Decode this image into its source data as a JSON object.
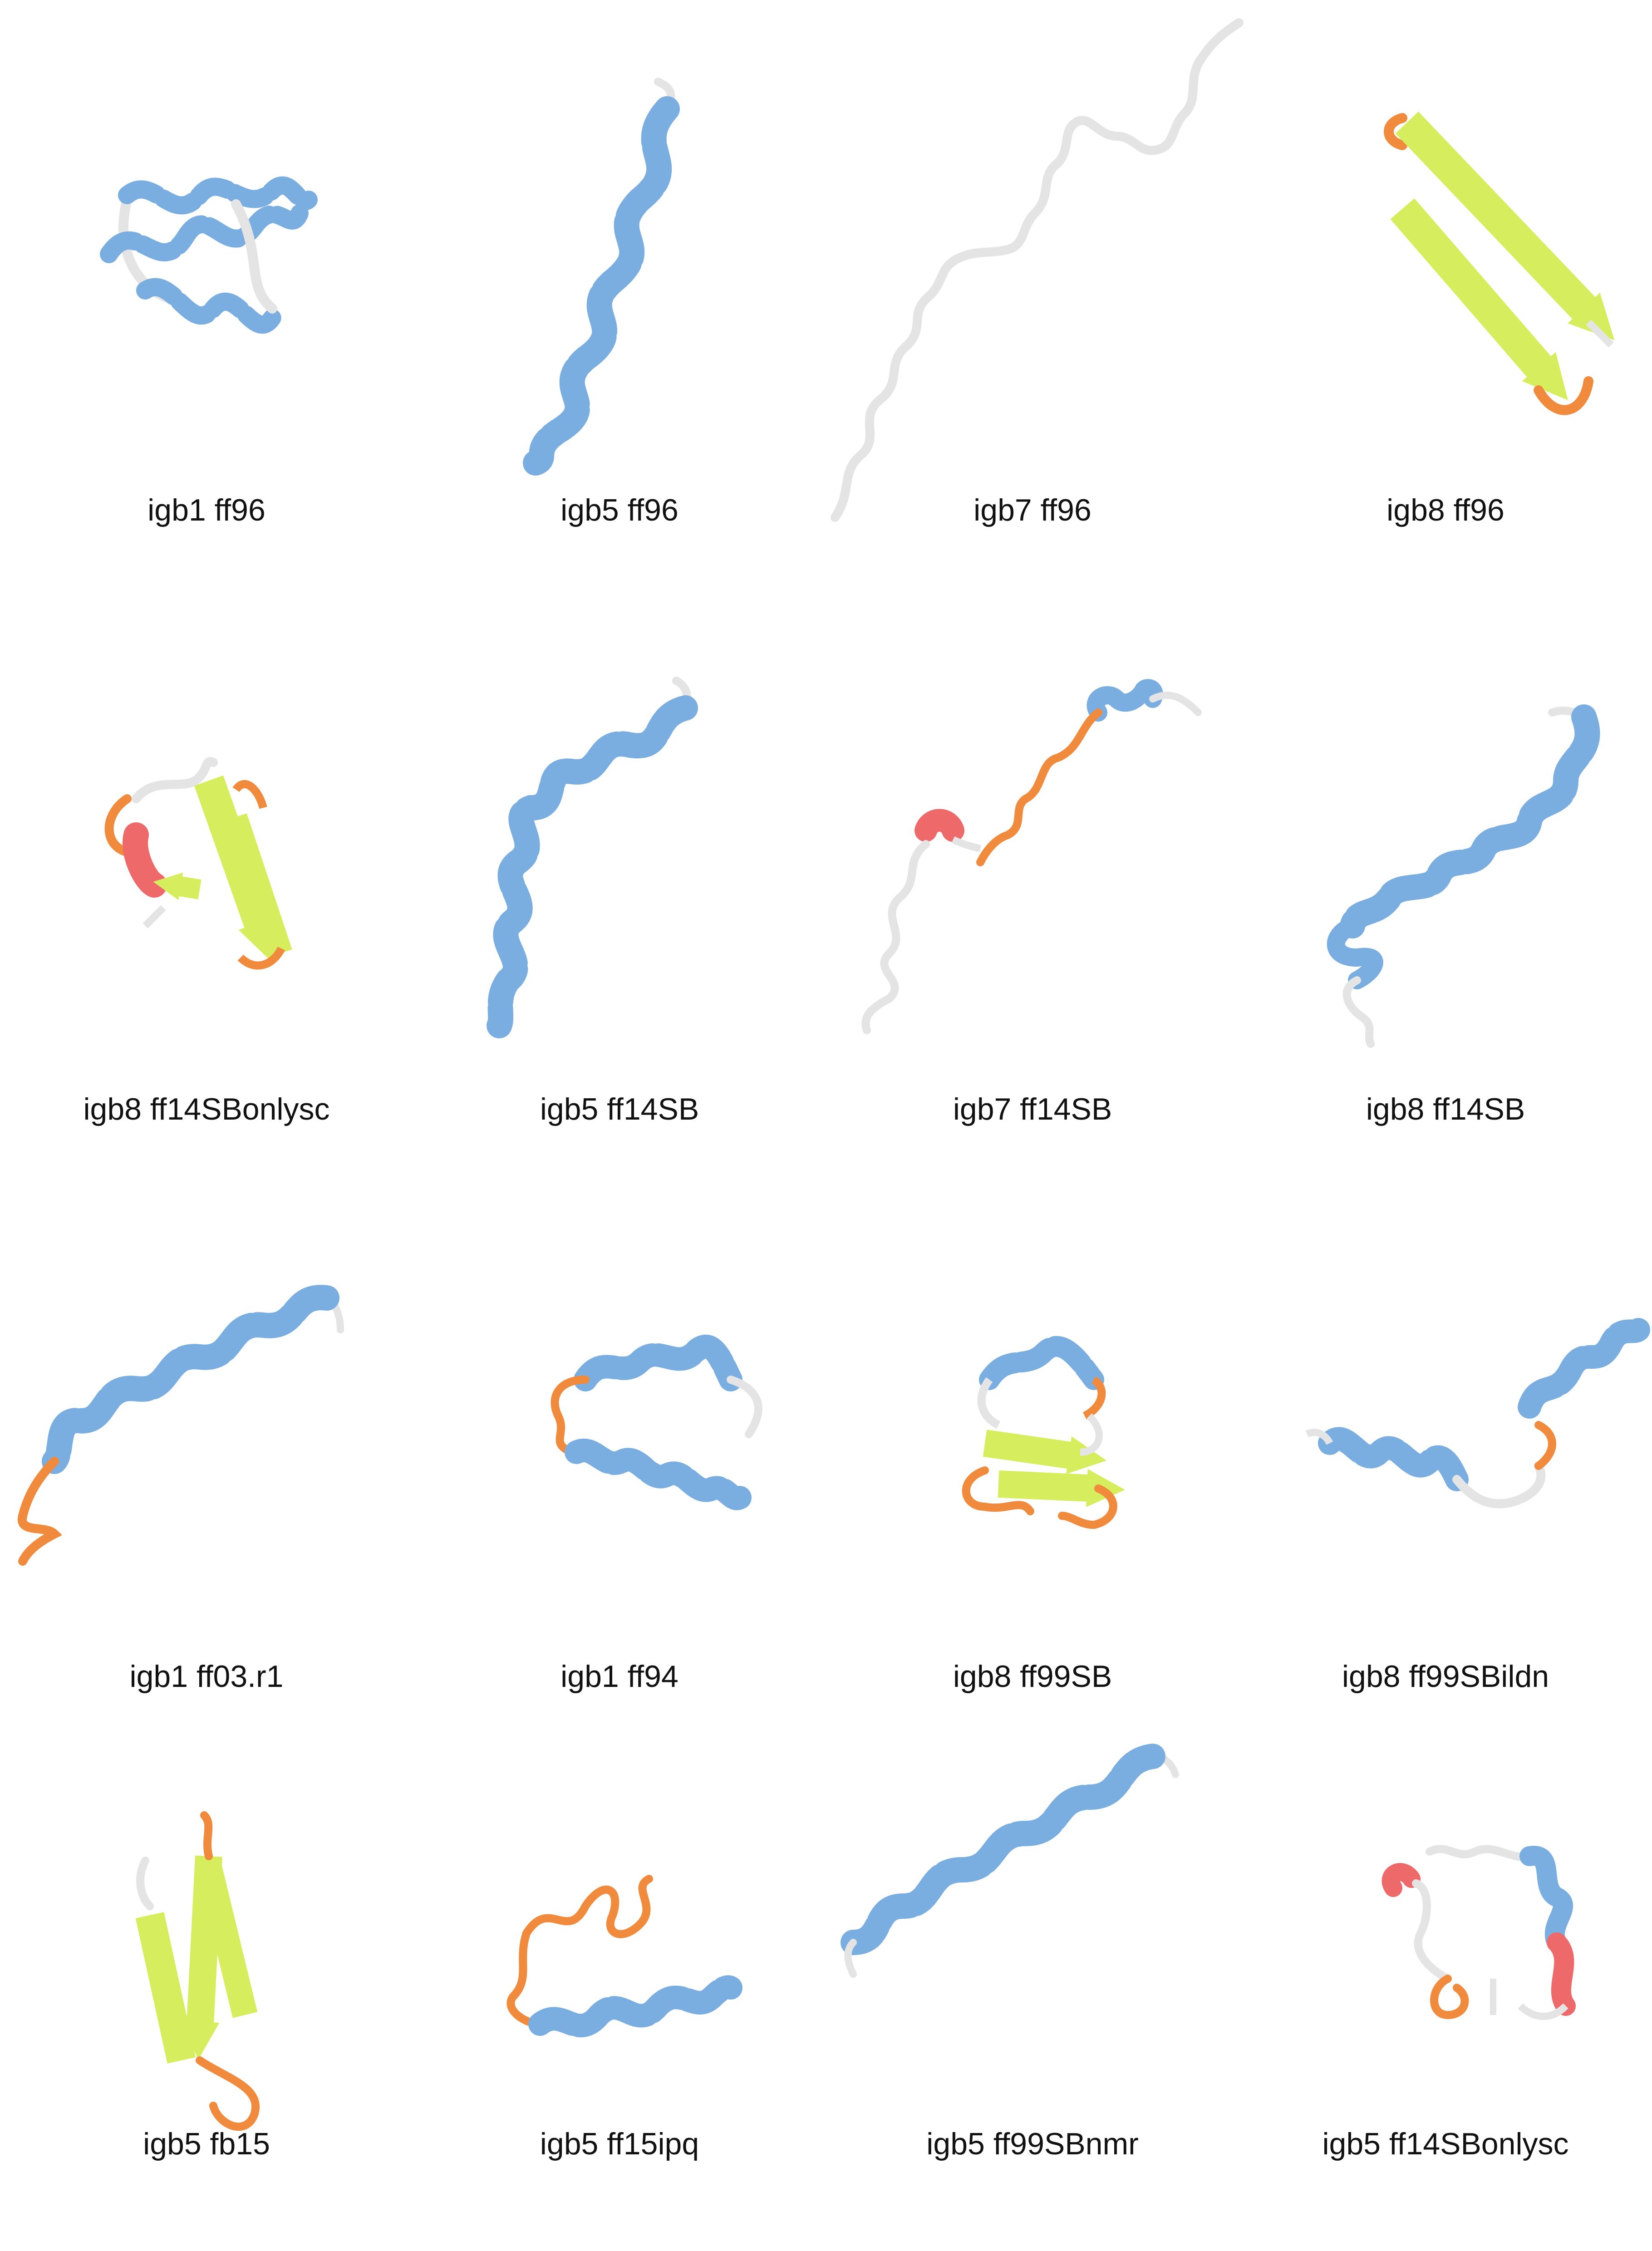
{
  "colors": {
    "helix": "#7aaee0",
    "helix_dark": "#4f86bd",
    "sheet": "#e2f772",
    "sheet_dark": "#b9d24c",
    "turn": "#f08a3c",
    "three_ten": "#ee6a6a",
    "coil": "#e4e4e4",
    "coil_dark": "#c8c8c8"
  },
  "panels": [
    {
      "label": "igb1 ff96",
      "icon": "helix-bundle-structure"
    },
    {
      "label": "igb5 ff96",
      "icon": "straight-helix-structure"
    },
    {
      "label": "igb7 ff96",
      "icon": "random-coil-structure"
    },
    {
      "label": "igb8 ff96",
      "icon": "beta-hairpin-structure"
    },
    {
      "label": "igb8 ff14SBonlysc",
      "icon": "mixed-beta-structure"
    },
    {
      "label": "igb5 ff14SB",
      "icon": "curved-helix-structure"
    },
    {
      "label": "igb7 ff14SB",
      "icon": "coil-with-short-helix-structure"
    },
    {
      "label": "igb8 ff14SB",
      "icon": "helix-with-tail-structure"
    },
    {
      "label": "igb1 ff03.r1",
      "icon": "straight-helix-structure"
    },
    {
      "label": "igb1 ff94",
      "icon": "helix-hairpin-structure"
    },
    {
      "label": "igb8 ff99SB",
      "icon": "mixed-alpha-beta-structure"
    },
    {
      "label": "igb8 ff99SBildn",
      "icon": "two-helix-structure"
    },
    {
      "label": "igb5 fb15",
      "icon": "beta-sheet-structure"
    },
    {
      "label": "igb5 ff15ipq",
      "icon": "loop-and-helix-structure"
    },
    {
      "label": "igb5 ff99SBnmr",
      "icon": "straight-helix-structure"
    },
    {
      "label": "igb5 ff14SBonlysc",
      "icon": "coil-loop-structure"
    }
  ]
}
